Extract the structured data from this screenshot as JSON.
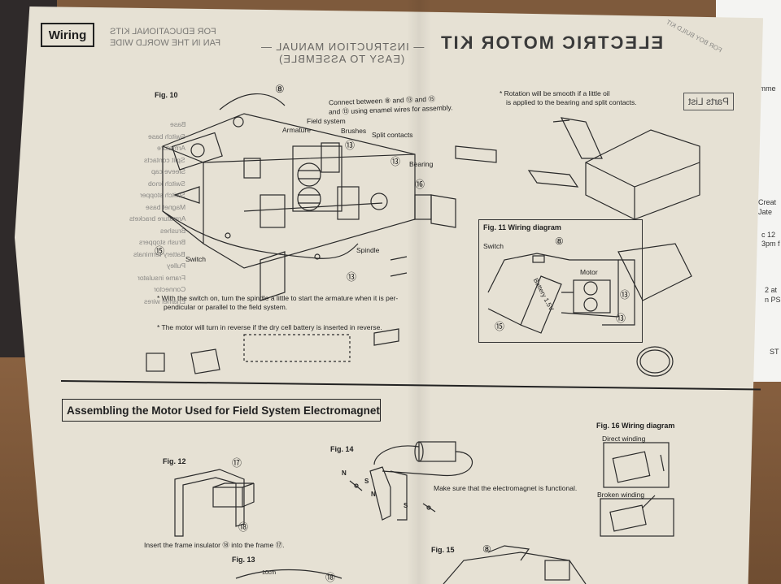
{
  "screen": {
    "side_texts": [
      "Comme",
      "Creat",
      "Jate",
      "c 12",
      "3pm f",
      "2 at",
      "n PS",
      "ST"
    ]
  },
  "header": {
    "wiring_label": "Wiring",
    "kits_line1": "FOR EDUCATIONAL KITS",
    "kits_line2": "FAN IN THE WORLD WIDE",
    "manual_line1": "— INSTRUCTION MANUAL —",
    "manual_line2": "(EASY TO ASSEMBLE)",
    "product_title": "ELECTRIC MOTOR KIT",
    "corner_stamp": "FOR BOY BUILD KIT",
    "parts_list": "Parts List"
  },
  "fig10": {
    "title": "Fig. 10",
    "connect_note_1": "Connect between ⑧ and ⑬ and ⑮",
    "connect_note_2": "and ⑬ using enamel wires for assembly.",
    "labels": {
      "field_system": "Field system",
      "armature": "Armature",
      "brushes": "Brushes",
      "split_contacts": "Split contacts",
      "bearing": "Bearing",
      "spindle": "Spindle",
      "switch": "Switch"
    },
    "numbers": {
      "n8": "⑧",
      "n13a": "⑬",
      "n13b": "⑬",
      "n13c": "⑬",
      "n16": "⑯",
      "n15": "⑮"
    },
    "note_1a": "* With the switch on, turn the spindle a little to start the armature when it is per-",
    "note_1b": "pendicular or parallel to the field system.",
    "note_2": "* The motor will turn in reverse if the dry cell battery is inserted in reverse."
  },
  "rotation_note": {
    "line1": "* Rotation will be smooth if a little oil",
    "line2": "is applied to the bearing and split contacts."
  },
  "fig11": {
    "title": "Fig. 11 Wiring diagram",
    "switch": "Switch",
    "motor": "Motor",
    "battery": "Battery 1.5V",
    "n8": "⑧",
    "n13a": "⑬",
    "n13b": "⑬",
    "n15": "⑮"
  },
  "mirrored_left_list": [
    "Base",
    "Switch base",
    "Armature",
    "Split contacts",
    "Sleeve cap",
    "Switch knob",
    "Switch stopper",
    "Magnet base",
    "Armature brackets",
    "Brushes",
    "Brush stoppers",
    "Battery terminals",
    "Pulley",
    "Frame insulator",
    "Connector",
    "Enamel wires"
  ],
  "assembling": {
    "section_title": "Assembling the Motor Used for Field System Electromagnet",
    "fig12": "Fig. 12",
    "fig12_n17": "⑰",
    "fig12_n18": "⑱",
    "fig12_caption": "Insert the frame insulator ⑱ into the frame ⑰.",
    "fig13": "Fig. 13",
    "fig13_len": "10cm",
    "fig13_n18": "⑱",
    "fig14": "Fig. 14",
    "fig14_caption": "Make sure that the electromagnet is functional.",
    "fig15": "Fig. 15",
    "fig15_n8": "⑧",
    "fig16": "Fig. 16 Wiring diagram",
    "direct_winding": "Direct winding",
    "broken_winding": "Broken winding",
    "pole_n": "N",
    "pole_s": "S"
  },
  "colors": {
    "paper": "#e6e1d4",
    "ink": "#1f1f1f",
    "desk": "#7e5a3c"
  }
}
